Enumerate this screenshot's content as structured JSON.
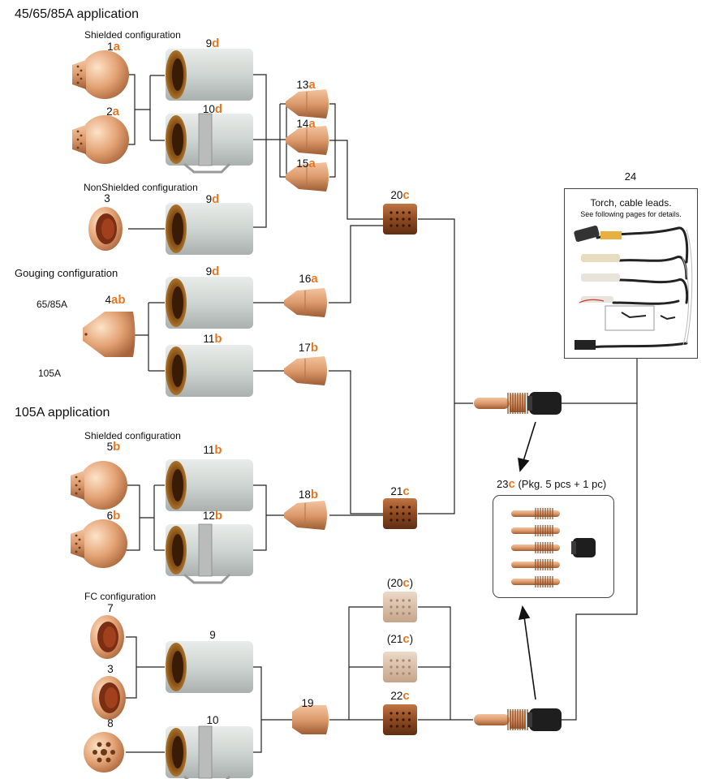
{
  "sections": {
    "app1_title": "45/65/85A application",
    "shielded1": "Shielded configuration",
    "nonshielded": "NonShielded configuration",
    "gouging": "Gouging configuration",
    "amp_65_85": "65/85A",
    "amp_105": "105A",
    "app2_title": "105A application",
    "shielded2": "Shielded configuration",
    "fc": "FC configuration"
  },
  "parts": [
    {
      "id": "p1",
      "num": "1",
      "letter": "a"
    },
    {
      "id": "p2",
      "num": "2",
      "letter": "a"
    },
    {
      "id": "p3a",
      "num": "3",
      "letter": ""
    },
    {
      "id": "p4",
      "num": "4",
      "letter": "ab"
    },
    {
      "id": "p5",
      "num": "5",
      "letter": "b"
    },
    {
      "id": "p6",
      "num": "6",
      "letter": "b"
    },
    {
      "id": "p7",
      "num": "7",
      "letter": ""
    },
    {
      "id": "p3b",
      "num": "3",
      "letter": ""
    },
    {
      "id": "p8",
      "num": "8",
      "letter": ""
    },
    {
      "id": "p9a",
      "num": "9",
      "letter": "d"
    },
    {
      "id": "p10a",
      "num": "10",
      "letter": "d"
    },
    {
      "id": "p9b",
      "num": "9",
      "letter": "d"
    },
    {
      "id": "p9c",
      "num": "9",
      "letter": "d"
    },
    {
      "id": "p11a",
      "num": "11",
      "letter": "b"
    },
    {
      "id": "p11b",
      "num": "11",
      "letter": "b"
    },
    {
      "id": "p12",
      "num": "12",
      "letter": "b"
    },
    {
      "id": "p9d",
      "num": "9",
      "letter": ""
    },
    {
      "id": "p10b",
      "num": "10",
      "letter": ""
    },
    {
      "id": "p13",
      "num": "13",
      "letter": "a"
    },
    {
      "id": "p14",
      "num": "14",
      "letter": "a"
    },
    {
      "id": "p15",
      "num": "15",
      "letter": "a"
    },
    {
      "id": "p16",
      "num": "16",
      "letter": "a"
    },
    {
      "id": "p17",
      "num": "17",
      "letter": "b"
    },
    {
      "id": "p18",
      "num": "18",
      "letter": "b"
    },
    {
      "id": "p19",
      "num": "19",
      "letter": ""
    },
    {
      "id": "p20",
      "num": "20",
      "letter": "c"
    },
    {
      "id": "p21",
      "num": "21",
      "letter": "c"
    },
    {
      "id": "p22",
      "num": "22",
      "letter": "c"
    }
  ],
  "paren_parts": [
    {
      "id": "pp20",
      "num": "(20",
      "letter": "c",
      "close": ")"
    },
    {
      "id": "pp21",
      "num": "(21",
      "letter": "c",
      "close": ")"
    }
  ],
  "item23": {
    "num": "23",
    "letter": "c",
    "text": "(Pkg. 5 pcs + 1 pc)"
  },
  "item24": {
    "num": "24",
    "line1": "Torch, cable leads.",
    "line2": "See following pages for details."
  },
  "colors": {
    "accent": "#e87722",
    "copper": "#c8865a",
    "line": "#222222"
  }
}
